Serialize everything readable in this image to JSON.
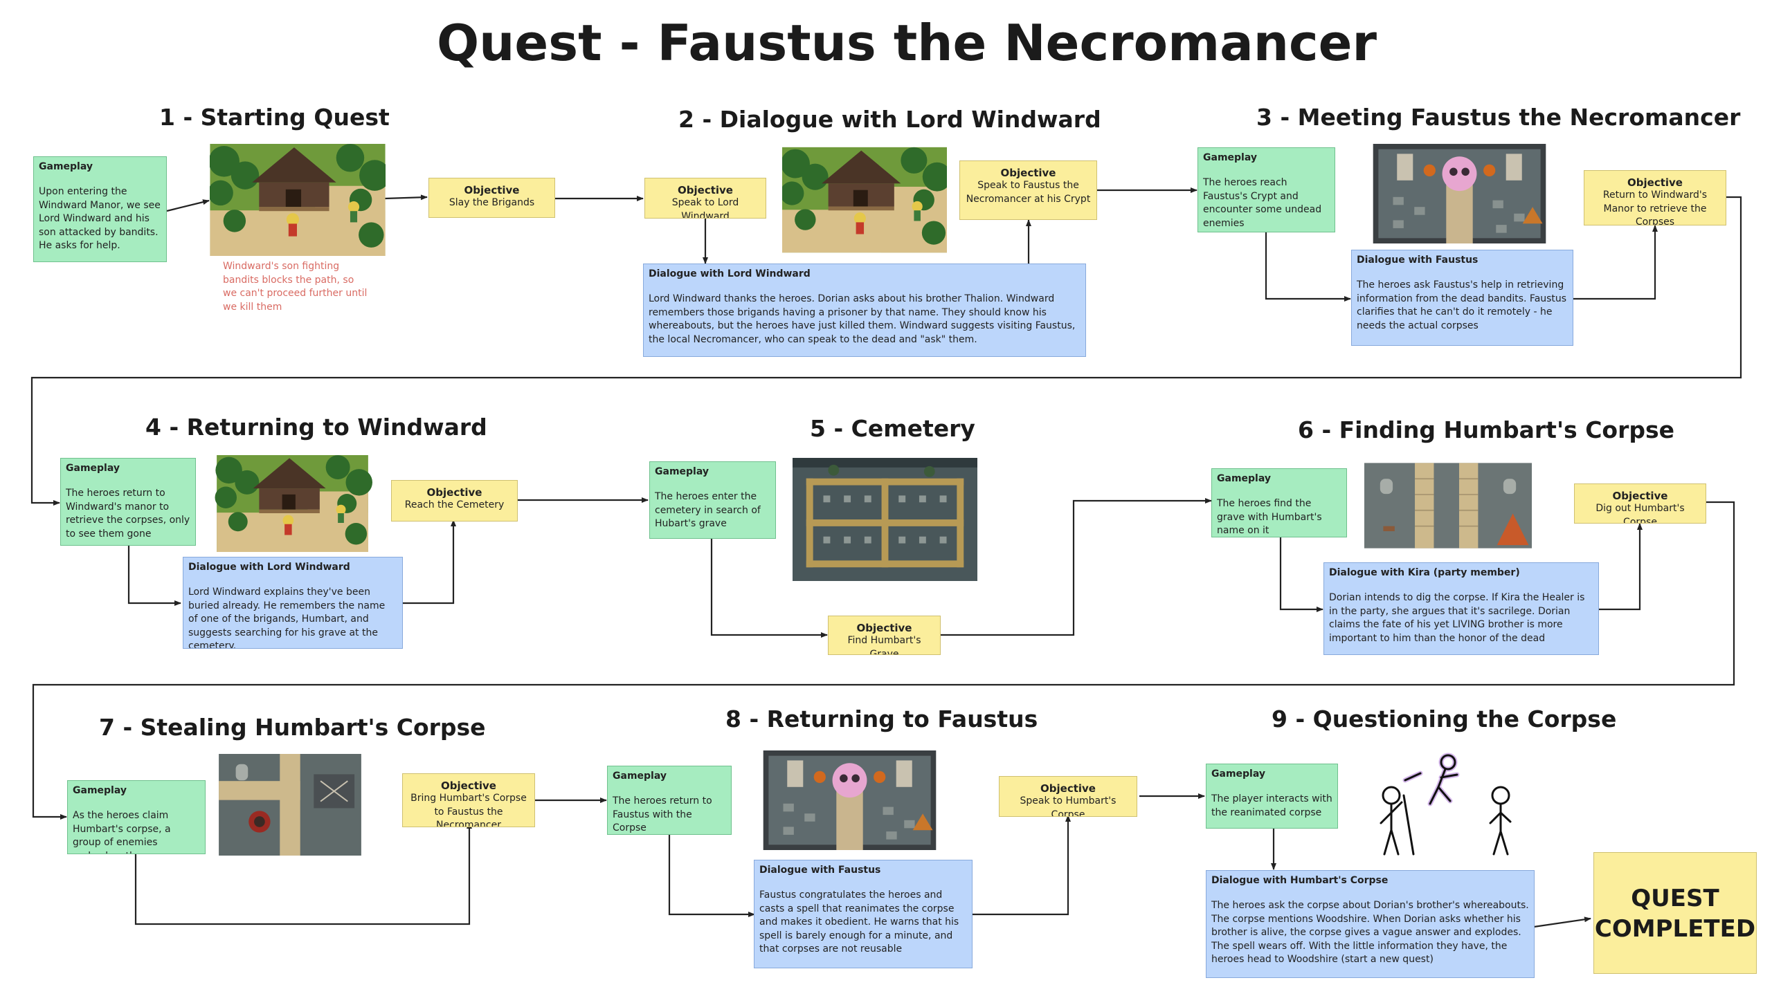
{
  "title": "Quest - Faustus the Necromancer",
  "sections": [
    {
      "label": "1 - Starting Quest"
    },
    {
      "label": "2 - Dialogue with Lord Windward"
    },
    {
      "label": "3 - Meeting Faustus the Necromancer"
    },
    {
      "label": "4 - Returning to Windward"
    },
    {
      "label": "5 - Cemetery"
    },
    {
      "label": "6 - Finding Humbart's Corpse"
    },
    {
      "label": "7 - Stealing Humbart's Corpse"
    },
    {
      "label": "8 - Returning to Faustus"
    },
    {
      "label": "9 - Questioning the Corpse"
    }
  ],
  "s1": {
    "gameplay": {
      "head": "Gameplay",
      "body": "Upon entering the Windward Manor, we see Lord Windward and his son attacked by bandits. He asks for help."
    },
    "objective": {
      "head": "Objective",
      "body": "Slay the Brigands"
    },
    "note": "Windward's son fighting bandits blocks the path, so we can't proceed further until we kill them"
  },
  "s2": {
    "objective1": {
      "head": "Objective",
      "body": "Speak to Lord Windward"
    },
    "dialogue": {
      "head": "Dialogue with Lord Windward",
      "body": "Lord Windward thanks the heroes. Dorian asks about his brother Thalion. Windward remembers those brigands having a prisoner by that name. They should know his whereabouts, but the heroes have just killed them. Windward suggests visiting Faustus, the local Necromancer, who can speak to the dead and \"ask\" them."
    },
    "objective2": {
      "head": "Objective",
      "body": "Speak to Faustus the Necromancer at his Crypt"
    }
  },
  "s3": {
    "gameplay": {
      "head": "Gameplay",
      "body": "The heroes reach Faustus's Crypt and encounter some undead enemies"
    },
    "dialogue": {
      "head": "Dialogue with Faustus",
      "body": "The heroes ask Faustus's help in retrieving information from the dead bandits. Faustus clarifies that he can't do it remotely - he needs the actual corpses"
    },
    "objective": {
      "head": "Objective",
      "body": "Return to Windward's Manor to retrieve the Corpses"
    }
  },
  "s4": {
    "gameplay": {
      "head": "Gameplay",
      "body": "The heroes return to Windward's manor to retrieve the corpses, only to see them gone"
    },
    "dialogue": {
      "head": "Dialogue with Lord Windward",
      "body": "Lord Windward explains they've been buried already. He remembers the name of one of the brigands, Humbart, and suggests searching for his grave at the cemetery."
    },
    "objective": {
      "head": "Objective",
      "body": "Reach the Cemetery"
    }
  },
  "s5": {
    "gameplay": {
      "head": "Gameplay",
      "body": "The heroes enter the cemetery in search of Hubart's grave"
    },
    "objective": {
      "head": "Objective",
      "body": "Find Humbart's Grave"
    }
  },
  "s6": {
    "gameplay": {
      "head": "Gameplay",
      "body": "The heroes find the grave with Humbart's name on it"
    },
    "dialogue": {
      "head": "Dialogue with Kira (party member)",
      "body": "Dorian intends to dig the corpse. If Kira the Healer is in the party, she argues that it's sacrilege. Dorian claims the fate of his yet LIVING brother is more important to him than the honor of the dead"
    },
    "objective": {
      "head": "Objective",
      "body": "Dig out Humbart's Corpse"
    }
  },
  "s7": {
    "gameplay": {
      "head": "Gameplay",
      "body": "As the heroes claim Humbart's corpse, a group of enemies ambushes them"
    },
    "objective": {
      "head": "Objective",
      "body": "Bring Humbart's Corpse to Faustus the Necromancer"
    }
  },
  "s8": {
    "gameplay": {
      "head": "Gameplay",
      "body": "The heroes return to Faustus with the Corpse"
    },
    "dialogue": {
      "head": "Dialogue with Faustus",
      "body": "Faustus congratulates the heroes and casts a spell that reanimates the corpse and makes it obedient. He warns that his spell is barely enough for a minute, and that corpses are not reusable"
    },
    "objective": {
      "head": "Objective",
      "body": "Speak to Humbart's Corpse"
    }
  },
  "s9": {
    "gameplay": {
      "head": "Gameplay",
      "body": "The player interacts with the reanimated corpse"
    },
    "dialogue": {
      "head": "Dialogue with Humbart's Corpse",
      "body": "The heroes ask the corpse about Dorian's brother's whereabouts. The corpse mentions Woodshire. When Dorian asks whether his brother is alive, the corpse gives a vague answer and explodes. The spell wears off. With the little information they have, the heroes head to Woodshire (start a new quest)"
    }
  },
  "final": {
    "line1": "QUEST",
    "line2": "COMPLETED"
  },
  "colors": {
    "gameplay": "#a6ecc0",
    "objective": "#fbee9c",
    "dialogue": "#bcd6fb",
    "note": "#d96b63",
    "grass": "#6f9a3b",
    "dirt": "#d8c08a",
    "crypt_floor": "#5f6b6e"
  },
  "images": [
    "manor-scene",
    "manor-scene",
    "crypt-scene",
    "manor-scene",
    "cemetery-map",
    "graveyard-scene",
    "graveyard-ambush-scene",
    "crypt-scene",
    "stick-figure-sketch"
  ]
}
